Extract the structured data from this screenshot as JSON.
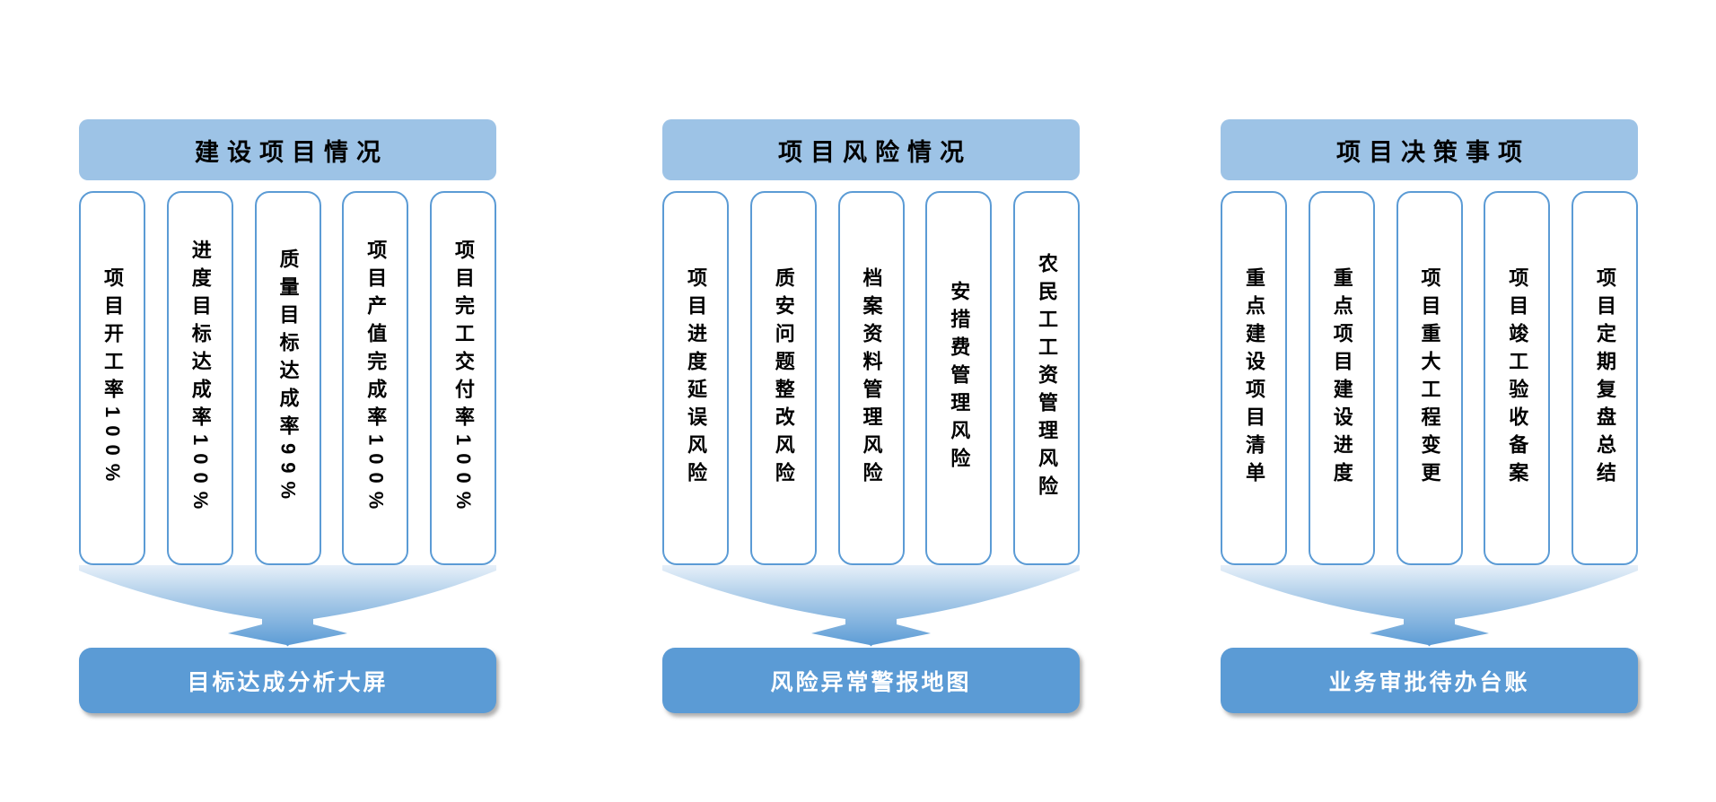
{
  "colors": {
    "header_bg": "#9dc3e6",
    "card_border": "#5b9bd5",
    "bar_bg": "#5b9bd5",
    "bar_text": "#ffffff",
    "funnel_top": "#e7f0f9",
    "funnel_mid": "#a5c8e7",
    "funnel_bottom": "#5b9bd5",
    "text": "#000000"
  },
  "columns": [
    {
      "header": "建设项目情况",
      "cards": [
        "项目开工率100%",
        "进度目标达成率100%",
        "质量目标达成率99%",
        "项目产值完成率100%",
        "项目完工交付率100%"
      ],
      "footer": "目标达成分析大屏"
    },
    {
      "header": "项目风险情况",
      "cards": [
        "项目进度延误风险",
        "质安问题整改风险",
        "档案资料管理风险",
        "安措费管理风险",
        "农民工工资管理风险"
      ],
      "footer": "风险异常警报地图"
    },
    {
      "header": "项目决策事项",
      "cards": [
        "重点建设项目清单",
        "重点项目建设进度",
        "项目重大工程变更",
        "项目竣工验收备案",
        "项目定期复盘总结"
      ],
      "footer": "业务审批待办台账"
    }
  ]
}
